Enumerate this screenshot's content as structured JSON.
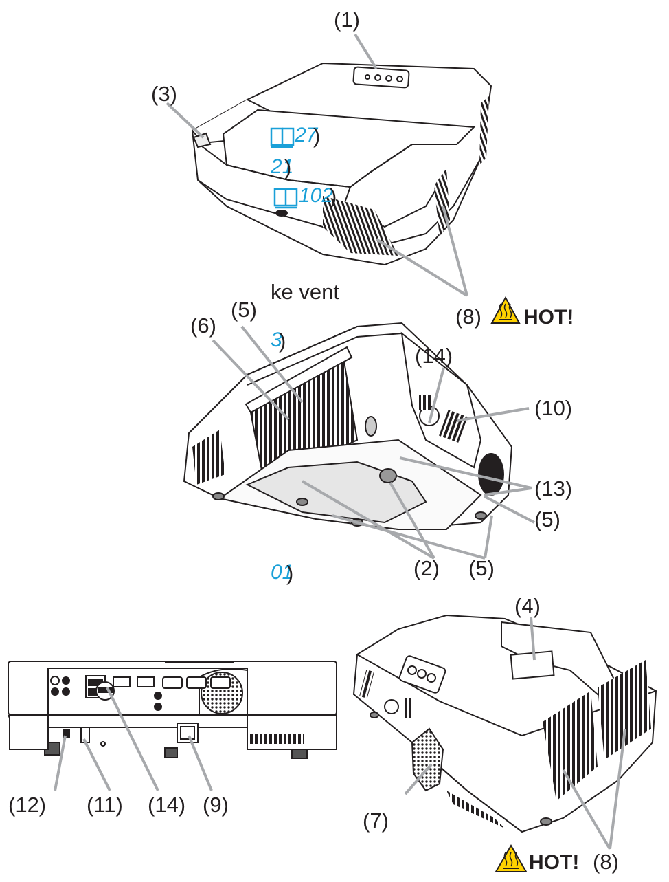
{
  "callouts": {
    "c1": "(1)",
    "c2": "(2)",
    "c3": "(3)",
    "c4": "(4)",
    "c5a": "(5)",
    "c5b": "(5)",
    "c5c": "(5)",
    "c6": "(6)",
    "c7": "(7)",
    "c8a": "(8)",
    "c8b": "(8)",
    "c9": "(9)",
    "c10": "(10)",
    "c11": "(11)",
    "c12": "(12)",
    "c13": "(13)",
    "c14a": "(14)",
    "c14b": "(14)"
  },
  "hot_labels": {
    "top": "HOT!",
    "bottom": "HOT!"
  },
  "side_text": {
    "ref27": "27",
    "ref21": "21",
    "ref102": "102",
    "intake_vent": "ke vent",
    "ref_b": "3",
    "ref_01": "01",
    "close": ")"
  },
  "icons": {
    "manual": "book-icon",
    "hot": "hot-surface-warning-icon"
  },
  "colors": {
    "reference": "#1aa0d8",
    "warning_fill": "#ffd200",
    "line": "#231f20",
    "leader": "#a7a9ac"
  }
}
